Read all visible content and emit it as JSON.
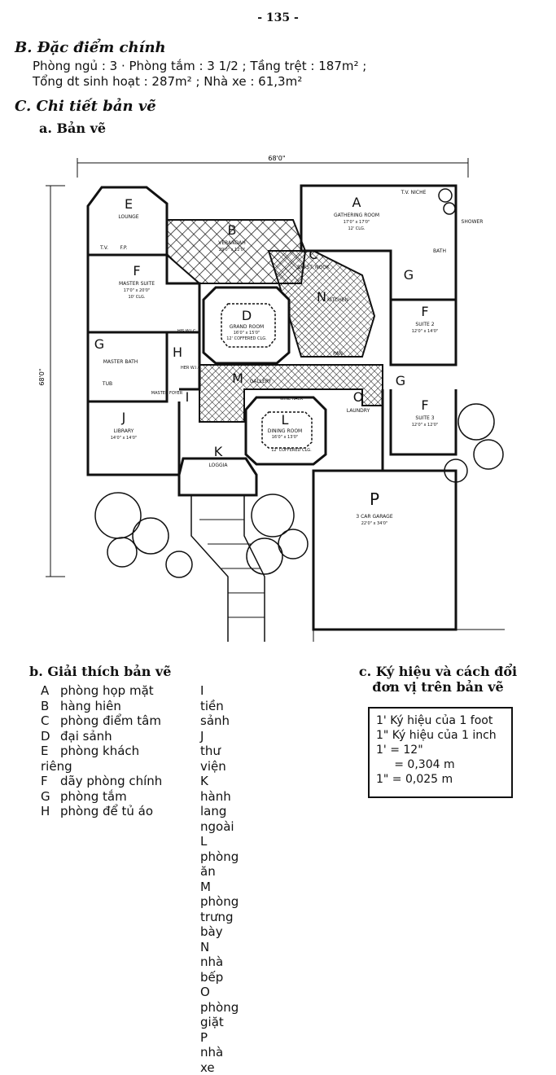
{
  "page_number": "- 135 -",
  "sectionB": {
    "title": "B. Đặc điểm chính",
    "line1": "Phòng ngủ : 3   ·   Phòng tắm : 3 1/2   ;   Tầng trệt : 187m²   ;",
    "line2": "Tổng dt sinh hoạt : 287m²   ;   Nhà xe : 61,3m²"
  },
  "sectionC": {
    "title": "C. Chi tiết bản vẽ",
    "sub_a": "a. Bản vẽ"
  },
  "plan": {
    "dim_width": "68'0\"",
    "dim_height": "68'0\"",
    "rooms": {
      "A": "A",
      "A_name": "GATHERING ROOM",
      "A_dim": "17'0\" x 17'0\"",
      "A_note": "12' CLG.",
      "B": "B",
      "B_name": "VERANDAH",
      "B_dim": "29'0\" x 12'0\"",
      "C": "C",
      "C_name": "BKFST. NOOK",
      "D": "D",
      "D_name": "GRAND ROOM",
      "D_dim": "16'0\" x 15'0\"",
      "D_note": "12' COFFERED CLG.",
      "E": "E",
      "E_name": "LOUNGE",
      "F1": "F",
      "F1_name": "MASTER SUITE",
      "F1_dim": "17'0\" x 20'0\"",
      "F1_note": "10' CLG.",
      "F2": "F",
      "F2_name": "SUITE 2",
      "F2_dim": "12'0\" x 14'0\"",
      "F3": "F",
      "F3_name": "SUITE 3",
      "F3_dim": "12'0\" x 12'0\"",
      "G1": "G",
      "G2": "G",
      "G3": "G",
      "G_name": "MASTER BATH",
      "G_bath": "BATH",
      "H": "H",
      "H_his": "HIS W.I.C.",
      "H_hers": "HER W.I.C.",
      "I": "I",
      "I_name": "MASTER FOYER",
      "J": "J",
      "J_name": "LIBRARY",
      "J_dim": "14'0\" x 14'0\"",
      "K": "K",
      "K_name": "LOGGIA",
      "L": "L",
      "L_name": "DINING ROOM",
      "L_dim": "16'0\" x 13'0\"",
      "L_note": "12' COFFERED CLG.",
      "M": "M",
      "M_name": "GALLERY",
      "N": "N",
      "N_name": "KITCHEN",
      "O": "O",
      "O_name": "LAUNDRY",
      "P": "P",
      "P_name": "3 CAR GARAGE",
      "P_dim": "22'0\" x 34'0\"",
      "tv": "T.V.",
      "fp": "F.P.",
      "tv2": "T.V. NICHE",
      "shower": "SHOWER",
      "tub": "TUB",
      "wine": "WINE RACK",
      "pan": "PAN"
    }
  },
  "legend_b": {
    "title": "b. Giải thích bản vẽ",
    "col1": [
      {
        "k": "A",
        "v": "phòng họp mặt"
      },
      {
        "k": "B",
        "v": "hàng hiên"
      },
      {
        "k": "C",
        "v": "phòng điểm tâm"
      },
      {
        "k": "D",
        "v": "đại sảnh"
      },
      {
        "k": "E",
        "v": "phòng khách riêng"
      },
      {
        "k": "F",
        "v": "dãy phòng chính"
      },
      {
        "k": "G",
        "v": "phòng tắm"
      },
      {
        "k": "H",
        "v": "phòng để tủ áo"
      }
    ],
    "col2": [
      {
        "k": "I",
        "v": "tiền sảnh"
      },
      {
        "k": "J",
        "v": "thư viện"
      },
      {
        "k": "K",
        "v": "hành lang ngoài"
      },
      {
        "k": "L",
        "v": "phòng ăn"
      },
      {
        "k": "M",
        "v": "phòng trưng bày"
      },
      {
        "k": "N",
        "v": "nhà bếp"
      },
      {
        "k": "O",
        "v": "phòng giặt"
      },
      {
        "k": "P",
        "v": "nhà xe"
      }
    ]
  },
  "legend_c": {
    "title1": "c. Ký hiệu và cách đổi",
    "title2": "đơn vị trên bản vẽ",
    "box": [
      "1' Ký hiệu của 1 foot",
      "1\" Ký hiệu của 1 inch",
      "1'  = 12\"",
      "     = 0,304 m",
      "1\"  = 0,025 m"
    ]
  }
}
